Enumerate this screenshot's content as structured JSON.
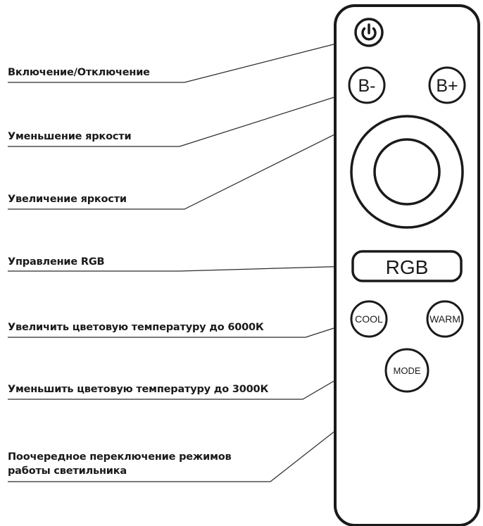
{
  "labels": {
    "power": "Включение/Отключение",
    "brightness_down": "Уменьшение яркости",
    "brightness_up": "Увеличение яркости",
    "rgb": "Управление RGB",
    "cool": "Увеличить цветовую температуру до 6000К",
    "warm": "Уменьшить цветовую температуру до 3000К",
    "mode_line1": "Поочередное переключение режимов",
    "mode_line2": "работы светильника"
  },
  "remote": {
    "b_minus": "B-",
    "b_plus": "B+",
    "rgb": "RGB",
    "cool": "COOL",
    "warm": "WARM",
    "mode": "MODE",
    "power_icon": "power-icon"
  },
  "colors": {
    "stroke": "#1a1a1a",
    "background": "#ffffff"
  }
}
